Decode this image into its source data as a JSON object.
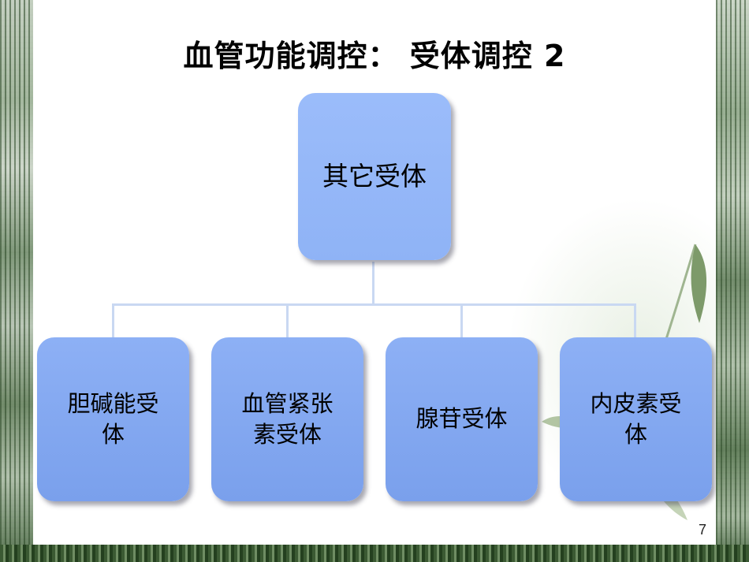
{
  "slide": {
    "title": "血管功能调控：  受体调控 2",
    "page_number": "7"
  },
  "diagram": {
    "root": {
      "label": "其它受体"
    },
    "children": [
      {
        "label": "胆碱能受\n体"
      },
      {
        "label": "血管紧张\n素受体"
      },
      {
        "label": "腺苷受体"
      },
      {
        "label": "内皮素受\n体"
      }
    ]
  },
  "colors": {
    "node_fill": "#7aa0ec",
    "root_fill": "#8fb3f6",
    "connector": "#c9d8f2",
    "frame": "#2f4a2a"
  },
  "icons": [
    "bamboo-leaf-decoration"
  ]
}
